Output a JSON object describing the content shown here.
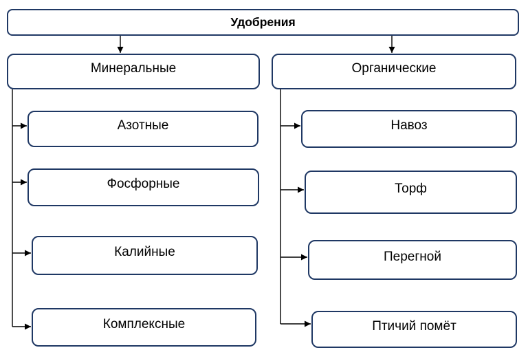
{
  "colors": {
    "border": "#1f3864",
    "connector": "#000000",
    "text": "#000000",
    "background": "#ffffff"
  },
  "diagram": {
    "root": {
      "label": "Удобрения"
    },
    "branches": [
      {
        "label": "Минеральные",
        "children": [
          {
            "label": "Азотные"
          },
          {
            "label": "Фосфорные"
          },
          {
            "label": "Калийные"
          },
          {
            "label": "Комплексные"
          }
        ]
      },
      {
        "label": "Органические",
        "children": [
          {
            "label": "Навоз"
          },
          {
            "label": "Торф"
          },
          {
            "label": "Перегной"
          },
          {
            "label": "Птичий помёт"
          }
        ]
      }
    ]
  }
}
